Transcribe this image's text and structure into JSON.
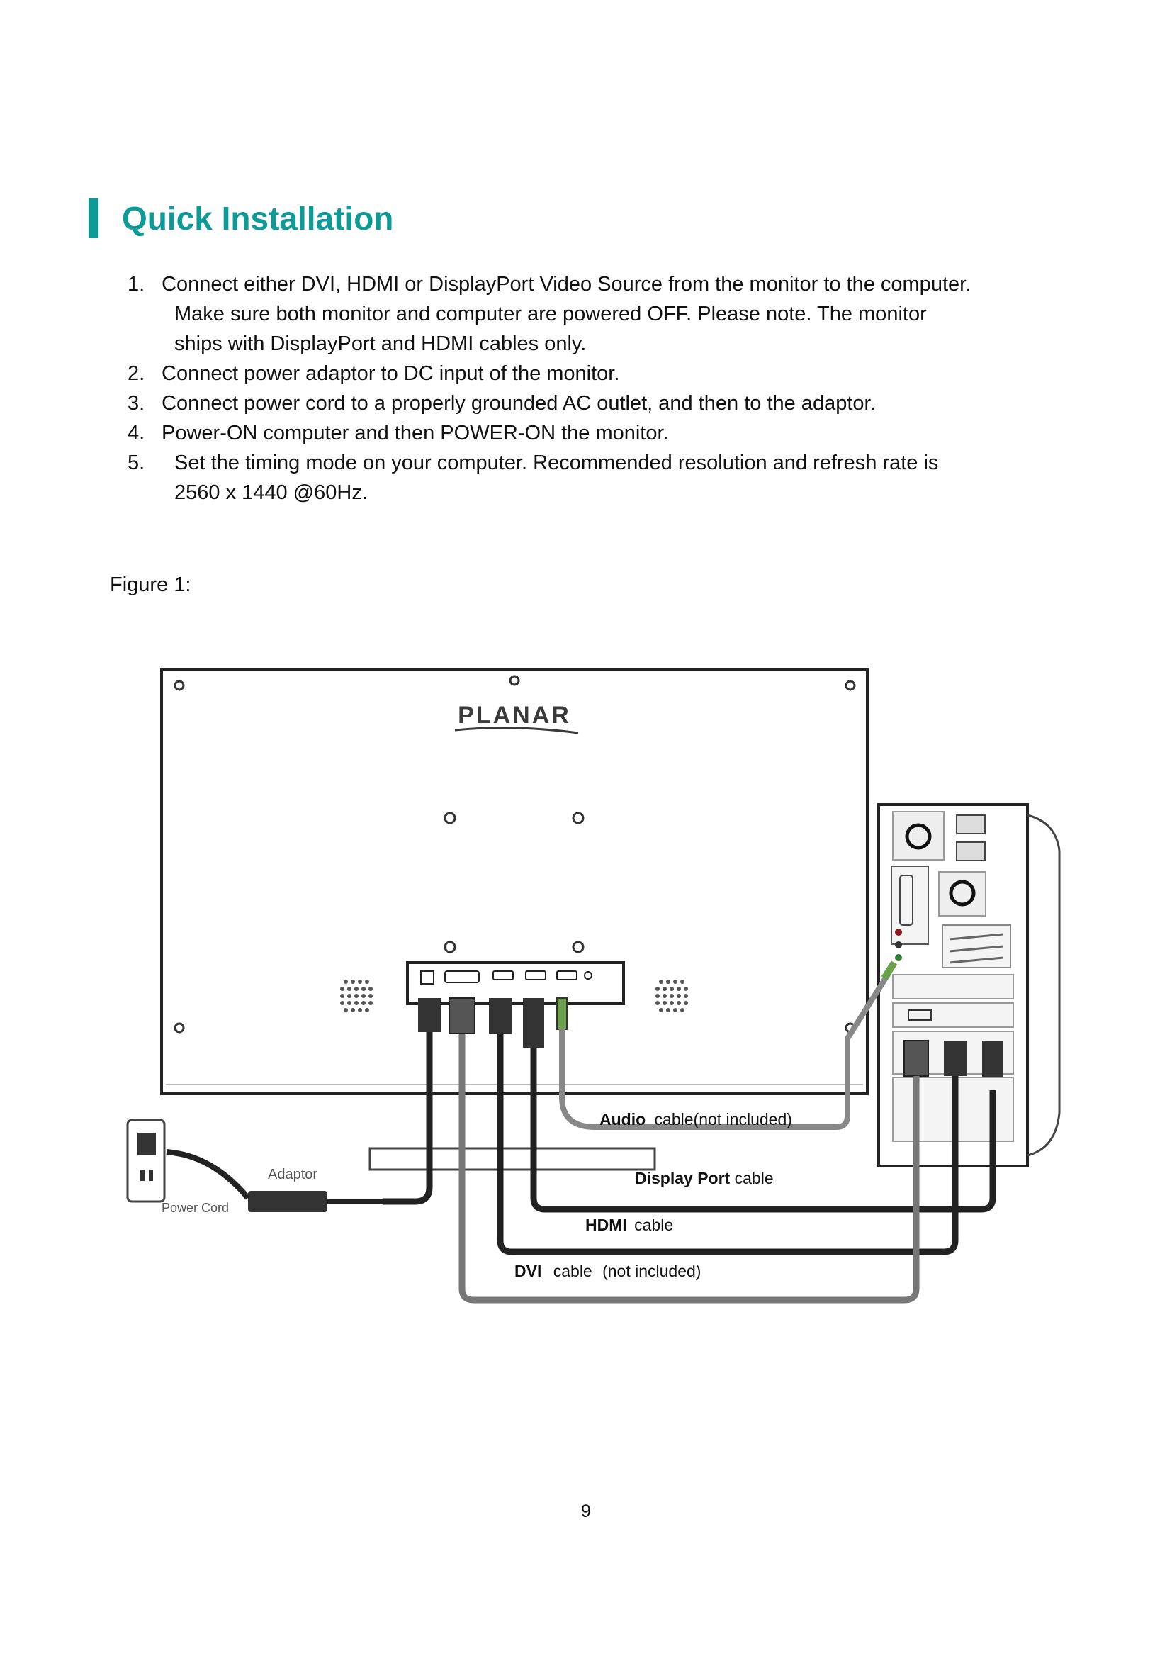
{
  "heading": {
    "title": "Quick Installation"
  },
  "steps": [
    {
      "num": "1.",
      "lines": [
        "Connect either DVI, HDMI or DisplayPort Video Source from the monitor to the computer.",
        "Make sure both monitor and computer are powered OFF. Please note. The monitor",
        "ships with DisplayPort and HDMI cables only."
      ]
    },
    {
      "num": "2.",
      "lines": [
        "Connect power adaptor to DC input of the monitor."
      ]
    },
    {
      "num": "3.",
      "lines": [
        "Connect power cord to a properly grounded AC outlet, and then to the adaptor."
      ]
    },
    {
      "num": "4.",
      "lines": [
        "Power-ON computer and then POWER-ON the monitor."
      ]
    },
    {
      "num": "5.",
      "lines": [
        "Set the timing mode on your computer. Recommended resolution and refresh rate is",
        "2560 x 1440 @60Hz."
      ]
    }
  ],
  "figure_label": "Figure 1:",
  "diagram": {
    "brand": "PLANAR",
    "labels": {
      "audio_bold": "Audio",
      "audio_rest": "cable(not included)",
      "displayport_bold": "Display Port",
      "displayport_rest": "cable",
      "hdmi_bold": "HDMI",
      "hdmi_rest": "cable",
      "dvi_bold": "DVI",
      "dvi_rest": "cable",
      "dvi_note": "(not included)",
      "adaptor": "Adaptor",
      "power_cord": "Power Cord"
    }
  },
  "footer": {
    "page_number": "9"
  }
}
